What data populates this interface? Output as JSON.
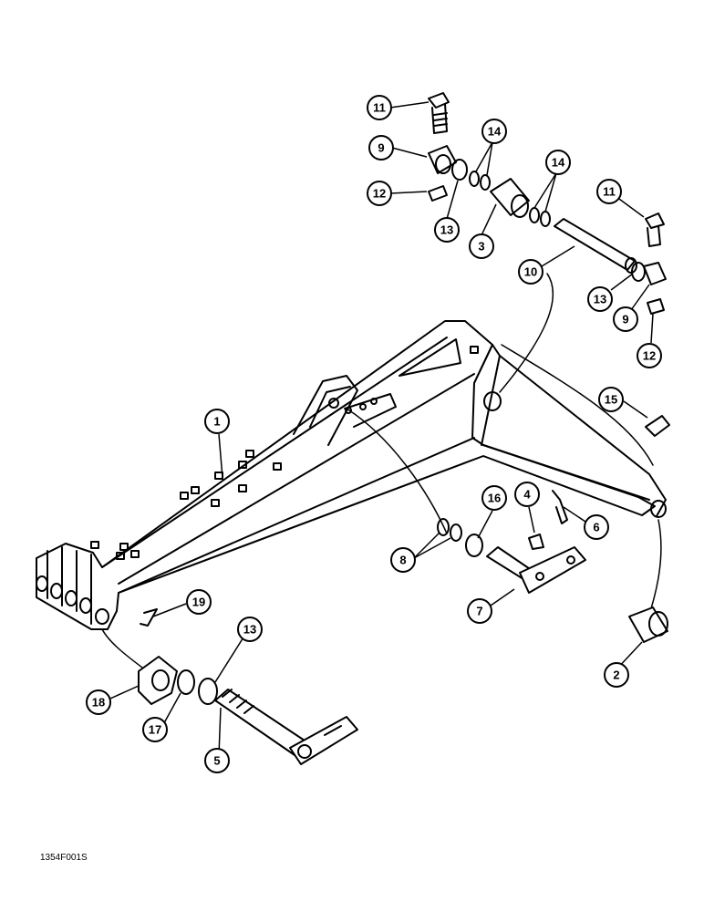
{
  "figure": {
    "id": "1354F001S"
  },
  "callouts": [
    {
      "num": "1"
    },
    {
      "num": "2"
    },
    {
      "num": "3"
    },
    {
      "num": "4"
    },
    {
      "num": "5"
    },
    {
      "num": "6"
    },
    {
      "num": "7"
    },
    {
      "num": "8"
    },
    {
      "num": "9"
    },
    {
      "num": "9"
    },
    {
      "num": "10"
    },
    {
      "num": "11"
    },
    {
      "num": "11"
    },
    {
      "num": "12"
    },
    {
      "num": "12"
    },
    {
      "num": "13"
    },
    {
      "num": "13"
    },
    {
      "num": "13"
    },
    {
      "num": "14"
    },
    {
      "num": "14"
    },
    {
      "num": "15"
    },
    {
      "num": "16"
    },
    {
      "num": "17"
    },
    {
      "num": "18"
    },
    {
      "num": "19"
    }
  ]
}
